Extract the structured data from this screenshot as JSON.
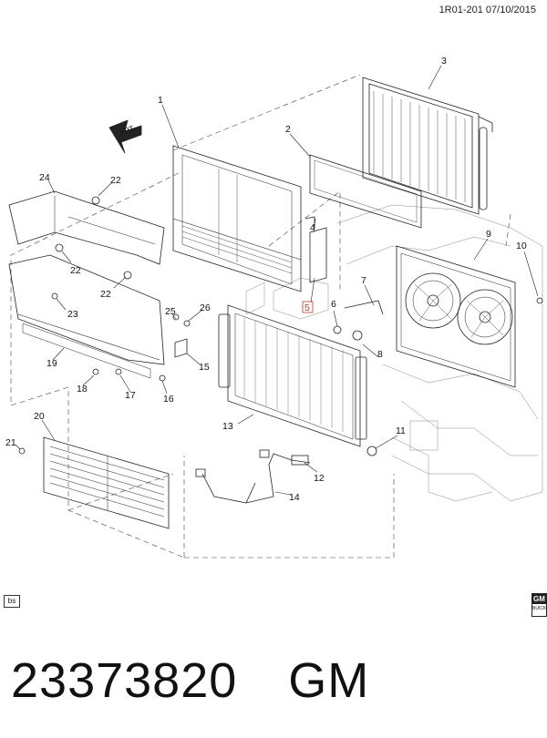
{
  "header": {
    "reference": "1R01-201  07/10/2015"
  },
  "front_indicator": "FRT",
  "callouts": [
    "1",
    "2",
    "3",
    "4",
    "5",
    "6",
    "7",
    "8",
    "9",
    "10",
    "11",
    "12",
    "13",
    "14",
    "15",
    "16",
    "17",
    "18",
    "19",
    "20",
    "21",
    "22",
    "22",
    "22",
    "23",
    "24",
    "25",
    "26"
  ],
  "badge": "bs",
  "logo": {
    "top": "GM",
    "bottom": "BUICK"
  },
  "footer": {
    "part_number": "23373820",
    "brand": "GM"
  }
}
